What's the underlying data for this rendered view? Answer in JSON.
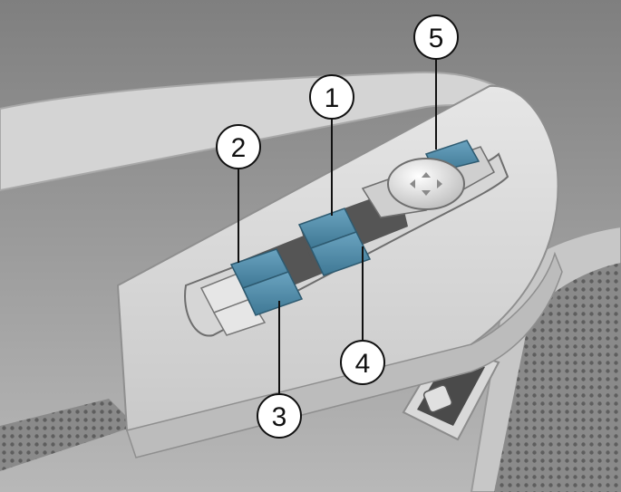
{
  "callouts": [
    {
      "id": "window-switch-front-left",
      "label": "1"
    },
    {
      "id": "window-switch-front-right",
      "label": "2"
    },
    {
      "id": "window-switch-rear-right",
      "label": "3"
    },
    {
      "id": "window-switch-rear-left",
      "label": "4"
    },
    {
      "id": "mirror-controls",
      "label": "5"
    }
  ],
  "colors": {
    "highlight": "#4d8aa8",
    "background": "#9c9c9c",
    "trim": "#d9d9d9"
  }
}
